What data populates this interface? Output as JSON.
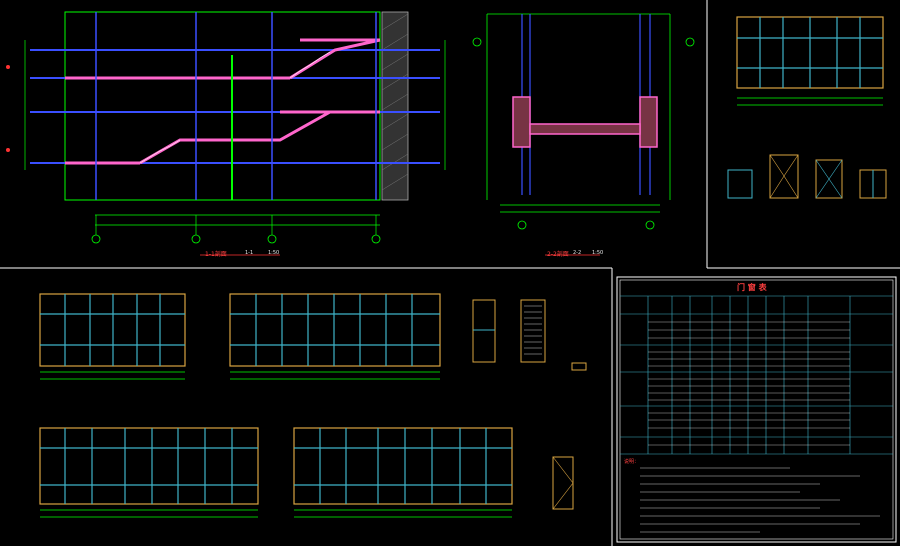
{
  "drawing": {
    "colors": {
      "background": "#000000",
      "frame": "#ffffff",
      "dimension": "#00ff00",
      "structure": "#3a4fff",
      "stair_fill": "#ff66cc",
      "axis": "#ff3333",
      "window_frame": "#3fb3c8",
      "window_outline": "#d9a441",
      "note_text": "#ffffff"
    },
    "section_views": [
      {
        "id": "stair-section-1",
        "title_cn": "1-1剖面",
        "scale": "1:50",
        "title_tag": "1-1"
      },
      {
        "id": "stair-section-2",
        "title_cn": "2-2剖面",
        "scale": "1:50",
        "title_tag": "2-2"
      }
    ],
    "door_table": {
      "title": "门 窗 表",
      "notes_header": "说明："
    }
  }
}
